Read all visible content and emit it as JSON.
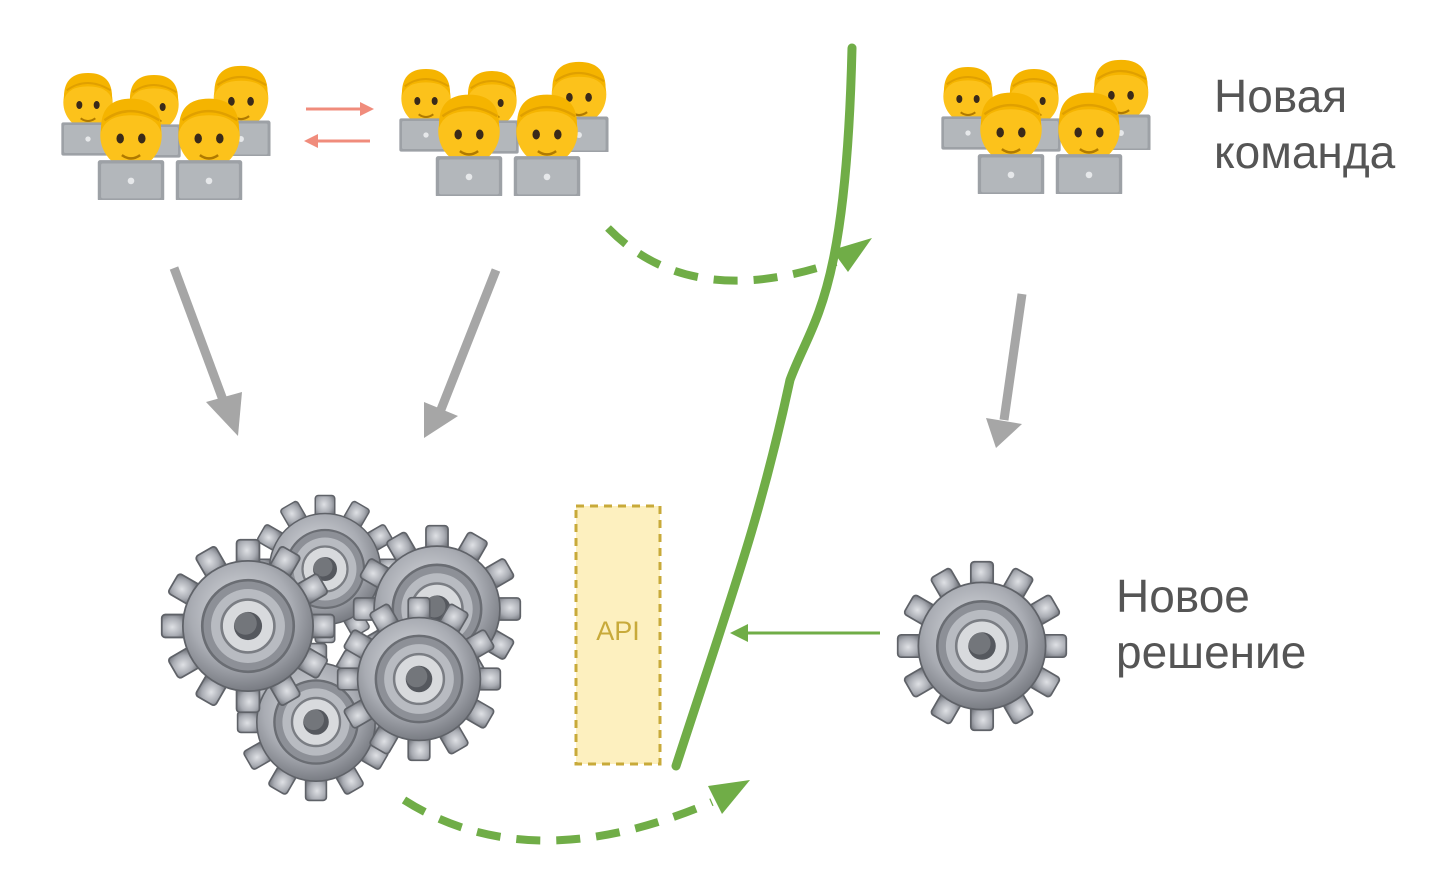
{
  "labels": {
    "new_team": [
      "Новая",
      "команда"
    ],
    "new_solution": [
      "Новое",
      "решение"
    ],
    "api": "API"
  },
  "colors": {
    "gray_arrow": "#a6a6a6",
    "green_line": "#70ad47",
    "green_dashed": "#70ad47",
    "exchange_arrow": "#f08c7c",
    "api_fill": "#fdf0bf",
    "api_border": "#c8aa3a",
    "label_text": "#555555",
    "gear_metal": "#a9acb3",
    "face": "#fcc21b",
    "hair": "#f5b400",
    "laptop": "#a0a4a8",
    "shirt": "#2f4fc0"
  },
  "icons": {
    "developer": "man-technologist-icon",
    "gear": "gear-icon"
  }
}
